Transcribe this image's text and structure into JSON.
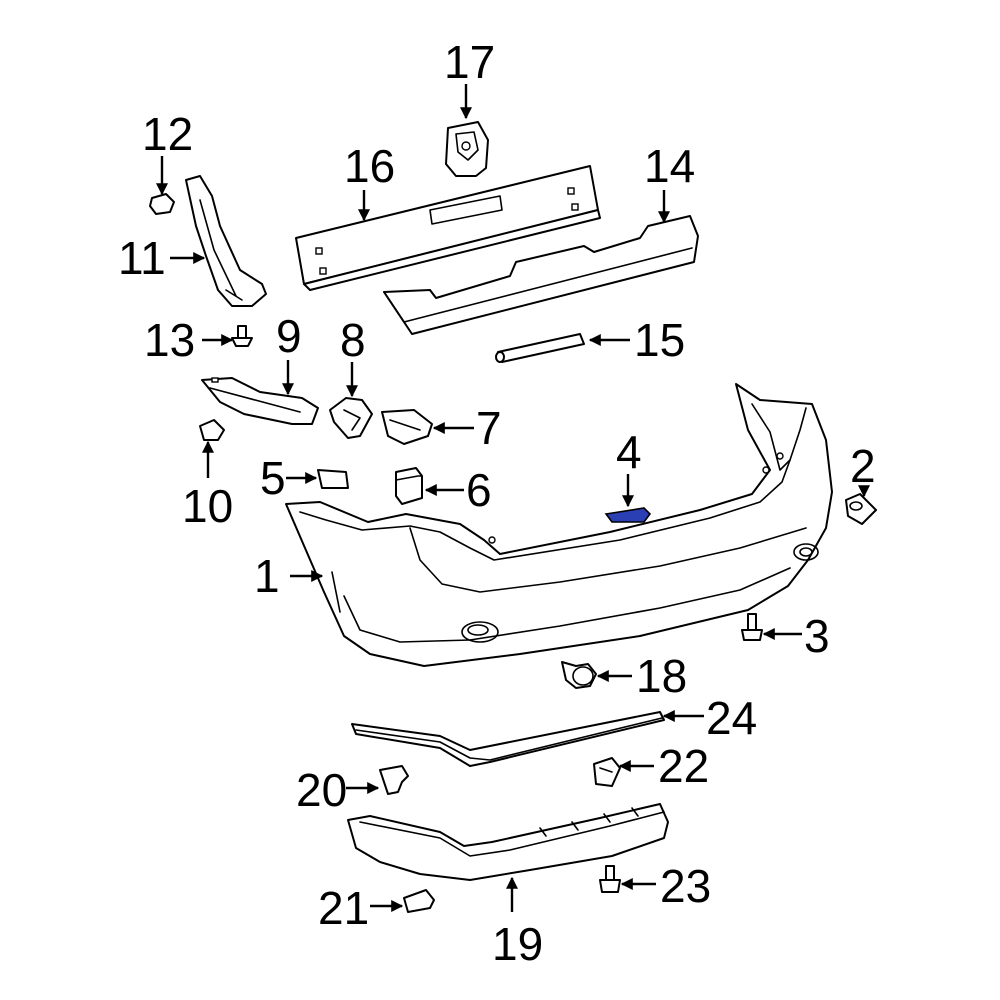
{
  "highlight_color": "#2b3fb5",
  "callouts": [
    "1",
    "2",
    "3",
    "4",
    "5",
    "6",
    "7",
    "8",
    "9",
    "10",
    "11",
    "12",
    "13",
    "14",
    "15",
    "16",
    "17",
    "18",
    "19",
    "20",
    "21",
    "22",
    "23",
    "24"
  ],
  "highlighted_part": "4"
}
